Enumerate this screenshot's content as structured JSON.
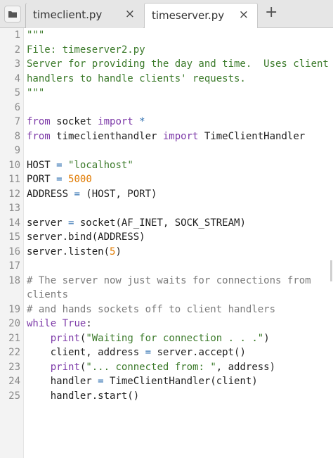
{
  "tabs": [
    {
      "label": "timeclient.py",
      "close": "×"
    },
    {
      "label": "timeserver.py",
      "close": "×"
    }
  ],
  "new_tab": "+",
  "icons": {
    "folder": "folder-icon"
  },
  "colors": {
    "keyword": "#7d3aa8",
    "string": "#3b7a2a",
    "number": "#e07a00",
    "comment": "#7a7a7a"
  },
  "code_lines": [
    "\"\"\"",
    "File: timeserver2.py",
    "Server for providing the day and time.  Uses client",
    "handlers to handle clients' requests.",
    "\"\"\"",
    "",
    "from socket import *",
    "from timeclienthandler import TimeClientHandler",
    "",
    "HOST = \"localhost\"",
    "PORT = 5000",
    "ADDRESS = (HOST, PORT)",
    "",
    "server = socket(AF_INET, SOCK_STREAM)",
    "server.bind(ADDRESS)",
    "server.listen(5)",
    "",
    "# The server now just waits for connections from",
    "clients",
    "# and hands sockets off to client handlers",
    "while True:",
    "    print(\"Waiting for connection . . .\")",
    "    client, address = server.accept()",
    "    print(\"... connected from: \", address)",
    "    handler = TimeClientHandler(client)",
    "    handler.start()"
  ],
  "line_numbers": [
    "1",
    "2",
    "3",
    "4",
    "5",
    "6",
    "7",
    "8",
    "9",
    "10",
    "11",
    "12",
    "13",
    "14",
    "15",
    "16",
    "17",
    "18",
    "19",
    "20",
    "21",
    "22",
    "23",
    "24",
    "25"
  ]
}
